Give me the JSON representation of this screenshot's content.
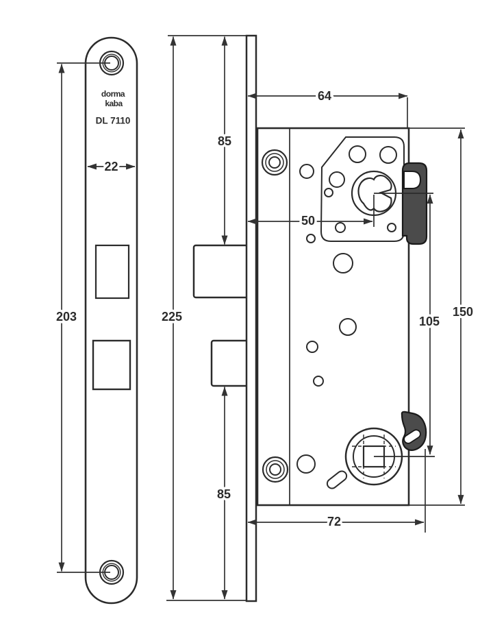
{
  "drawing": {
    "product": {
      "brand_line1": "dorma",
      "brand_line2": "kaba",
      "model": "DL 7110"
    },
    "dimensions": {
      "faceplate_width": "22",
      "screw_hole_spacing": "203",
      "faceplate_length": "225",
      "top_to_latch": "85",
      "bolt_to_bottom": "85",
      "case_depth": "64",
      "backset": "50",
      "centre_distance": "105",
      "case_height": "150",
      "total_depth": "72"
    },
    "colors": {
      "line": "#2b2b2b",
      "dimension_line": "#333333",
      "bolt_fill": "#4b4b4b",
      "background": "#ffffff"
    }
  }
}
